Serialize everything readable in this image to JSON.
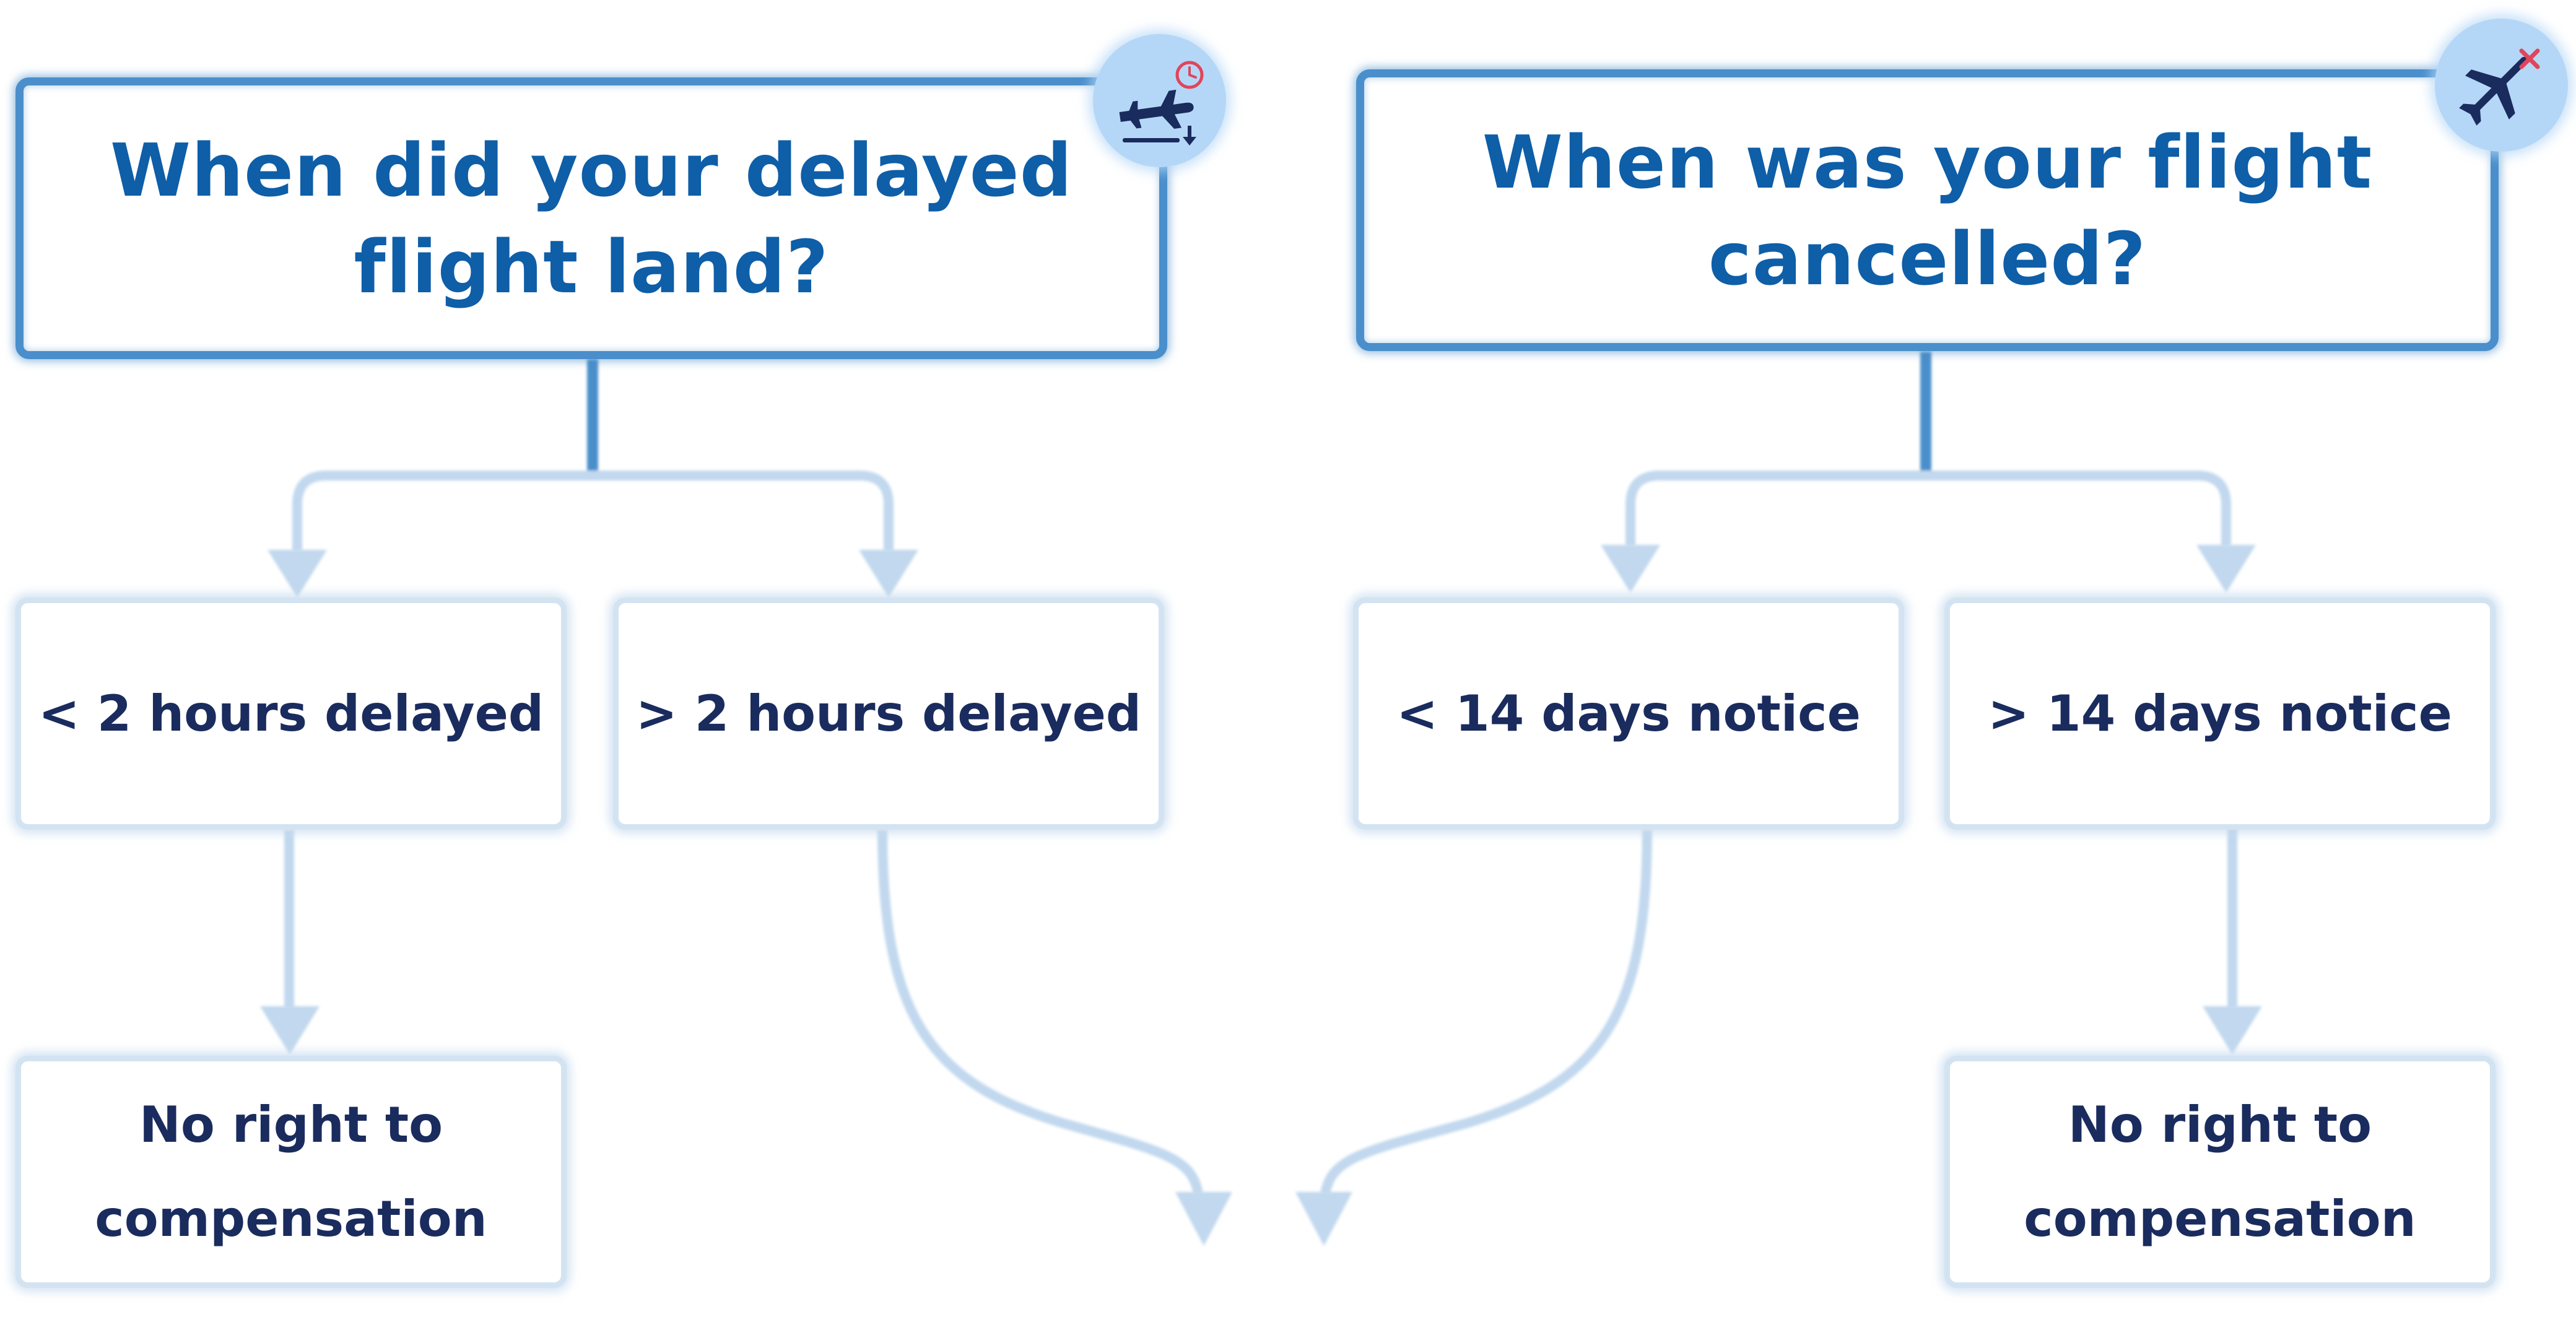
{
  "delay_branch": {
    "question": "When did your delayed flight land?",
    "question_line1": "When did your delayed",
    "question_line2": "flight land?",
    "option_short": "< 2 hours delayed",
    "option_long": "> 2 hours delayed",
    "result_line1": "No right to",
    "result_line2": "compensation",
    "badge_icon": "plane-landing-clock-icon"
  },
  "cancel_branch": {
    "question_line1": "When was your flight",
    "question_line2": "cancelled?",
    "option_short": "< 14 days notice",
    "option_long": "> 14 days notice",
    "result_line1": "No right to",
    "result_line2": "compensation",
    "badge_icon": "plane-cancelled-icon"
  },
  "colors": {
    "question_text": "#0e5ea8",
    "question_border": "#4a8fcb",
    "option_text": "#1a2b5e",
    "connector": "#c1d8ee",
    "badge_bg": "#b5d7f7",
    "badge_icon": "#1a2b5e",
    "accent_red": "#e0455a"
  }
}
